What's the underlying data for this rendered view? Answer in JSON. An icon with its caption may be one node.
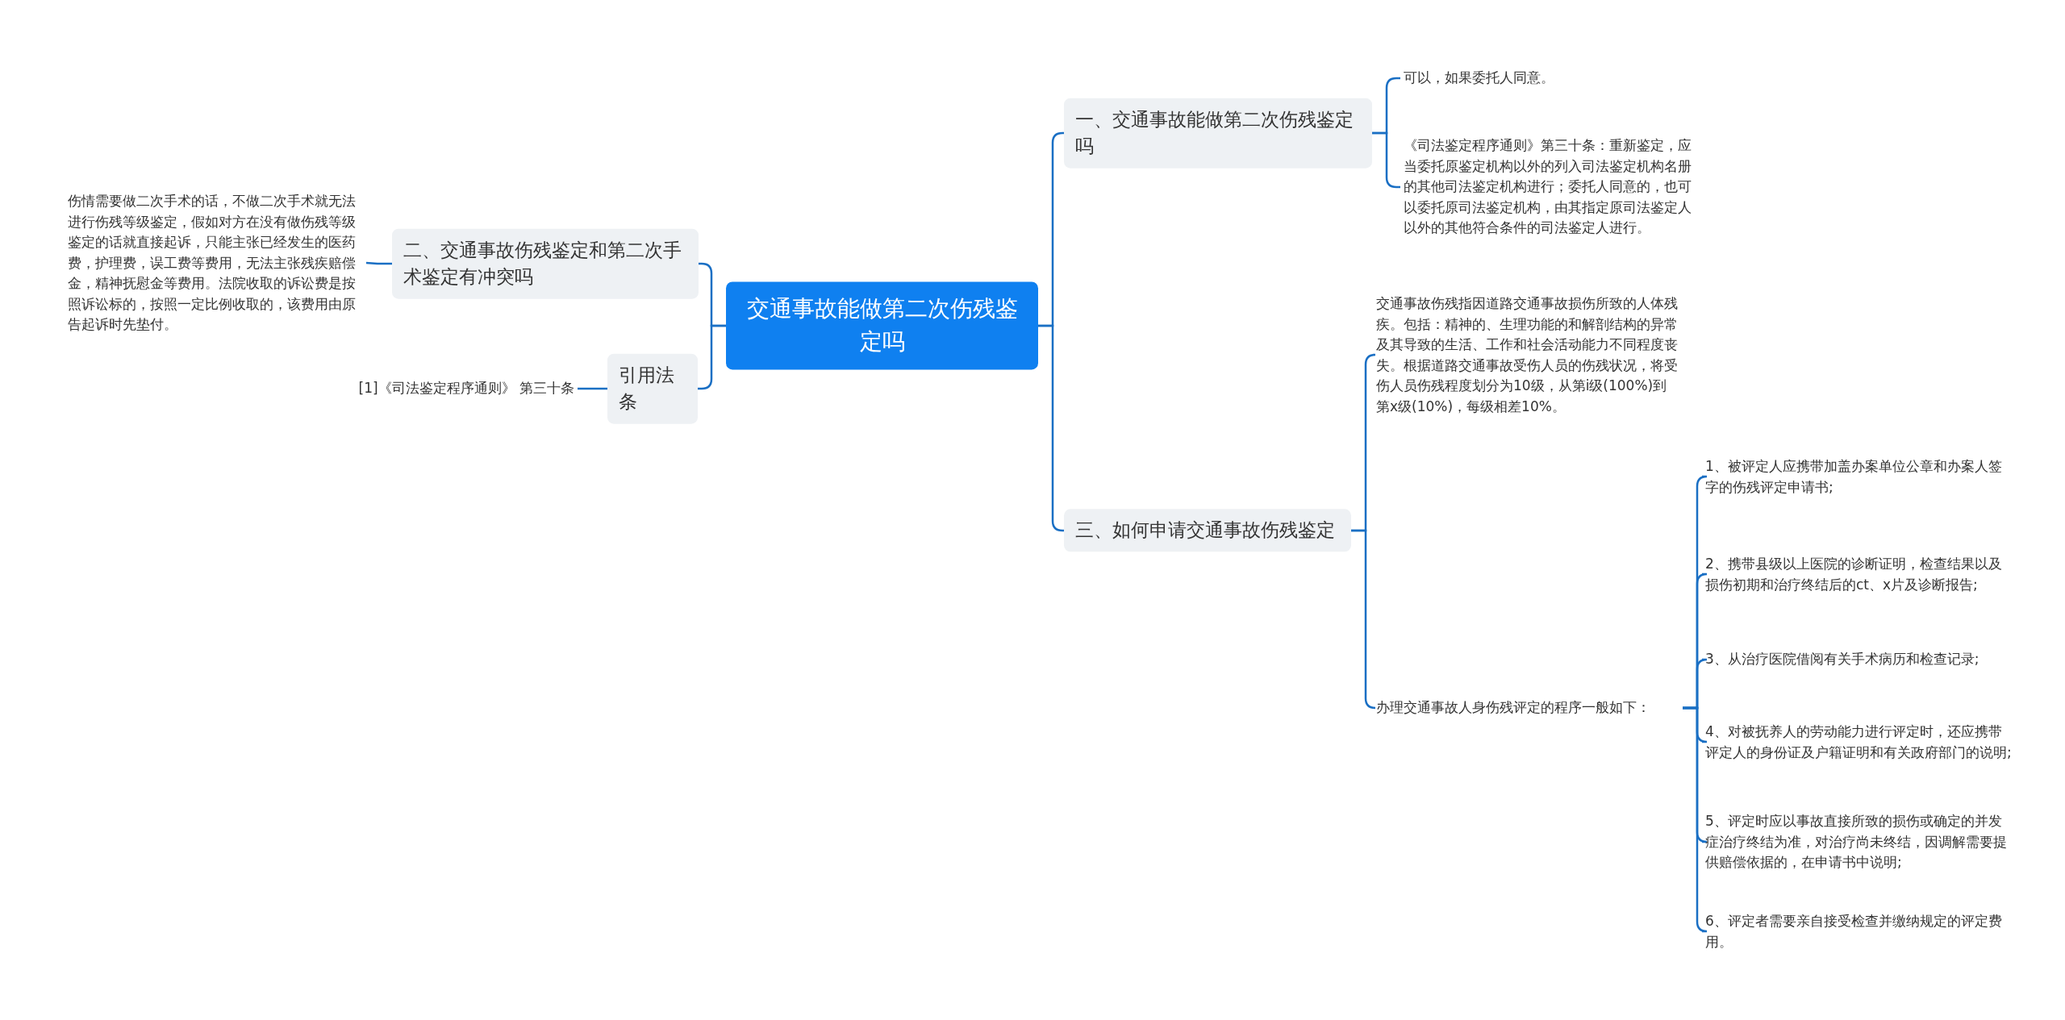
{
  "diagram": {
    "nodes": [
      {
        "text": [
          "交通事故能做第二次伤残鉴定吗"
        ]
      },
      {
        "text": [
          "一、交通事故能做第二次伤残鉴定吗"
        ]
      },
      {
        "text": [
          "可以，如果委托人同意。"
        ]
      },
      {
        "text": [
          "《司法鉴定程序通则》第三十条：重新鉴定，应当委托原鉴定机构以外的列入司法鉴定机构名册的其他司法鉴定机构进行；委托人同意的，也可以委托原司法鉴定机构，由其指定原司法鉴定人以外的其他符合条件的司法鉴定人进行。"
        ]
      },
      {
        "text": [
          "三、如何申请交通事故伤残鉴定"
        ]
      },
      {
        "text": [
          "交通事故伤残指因道路交通事故损伤所致的人体残疾。包括：精神的、生理功能的和解剖结构的异常及其导致的生活、工作和社会活动能力不同程度丧失。根据道路交通事故受伤人员的伤残状况，将受伤人员伤残程度划分为10级，从第i级(100%)到第x级(10%)，每级相差10%。"
        ]
      },
      {
        "text": [
          "办理交通事故人身伤残评定的程序一般如下："
        ]
      },
      {
        "text": [
          "1、被评定人应携带加盖办案单位公章和办案人签字的伤残评定申请书;"
        ]
      },
      {
        "text": [
          "2、携带县级以上医院的诊断证明，检查结果以及损伤初期和治疗终结后的ct、x片及诊断报告;"
        ]
      },
      {
        "text": [
          "3、从治疗医院借阅有关手术病历和检查记录;"
        ]
      },
      {
        "text": [
          "4、对被抚养人的劳动能力进行评定时，还应携带评定人的身份证及户籍证明和有关政府部门的说明;"
        ]
      },
      {
        "text": [
          "5、评定时应以事故直接所致的损伤或确定的并发症治疗终结为准，对治疗尚未终结，因调解需要提供赔偿依据的，在申请书中说明;"
        ]
      },
      {
        "text": [
          "6、评定者需要亲自接受检查并缴纳规定的评定费用。"
        ]
      },
      {
        "text": [
          "二、交通事故伤残鉴定和第二次手术鉴定有冲突吗"
        ]
      },
      {
        "text": [
          "伤情需要做二次手术的话，不做二次手术就无法进行伤残等级鉴定，假如对方在没有做伤残等级鉴定的话就直接起诉，只能主张已经发生的医药费，护理费，误工费等费用，无法主张残疾赔偿金，精神抚慰金等费用。法院收取的诉讼费是按照诉讼标的，按照一定比例收取的，该费用由原告起诉时先垫付。"
        ]
      },
      {
        "text": [
          "引用法条"
        ]
      },
      {
        "text": [
          "[1]《司法鉴定程序通则》 第三十条"
        ]
      }
    ],
    "edges": [
      {
        "from": 0,
        "to": 1,
        "arrow": "none"
      },
      {
        "from": 1,
        "to": 2,
        "arrow": "none"
      },
      {
        "from": 1,
        "to": 3,
        "arrow": "none"
      },
      {
        "from": 0,
        "to": 4,
        "arrow": "none"
      },
      {
        "from": 4,
        "to": 5,
        "arrow": "none"
      },
      {
        "from": 4,
        "to": 6,
        "arrow": "none"
      },
      {
        "from": 6,
        "to": 7,
        "arrow": "none"
      },
      {
        "from": 6,
        "to": 8,
        "arrow": "none"
      },
      {
        "from": 6,
        "to": 9,
        "arrow": "none"
      },
      {
        "from": 6,
        "to": 10,
        "arrow": "none"
      },
      {
        "from": 6,
        "to": 11,
        "arrow": "none"
      },
      {
        "from": 6,
        "to": 12,
        "arrow": "none"
      },
      {
        "from": 0,
        "to": 13,
        "arrow": "none"
      },
      {
        "from": 13,
        "to": 14,
        "arrow": "none"
      },
      {
        "from": 0,
        "to": 15,
        "arrow": "none"
      },
      {
        "from": 15,
        "to": 16,
        "arrow": "none"
      }
    ]
  }
}
